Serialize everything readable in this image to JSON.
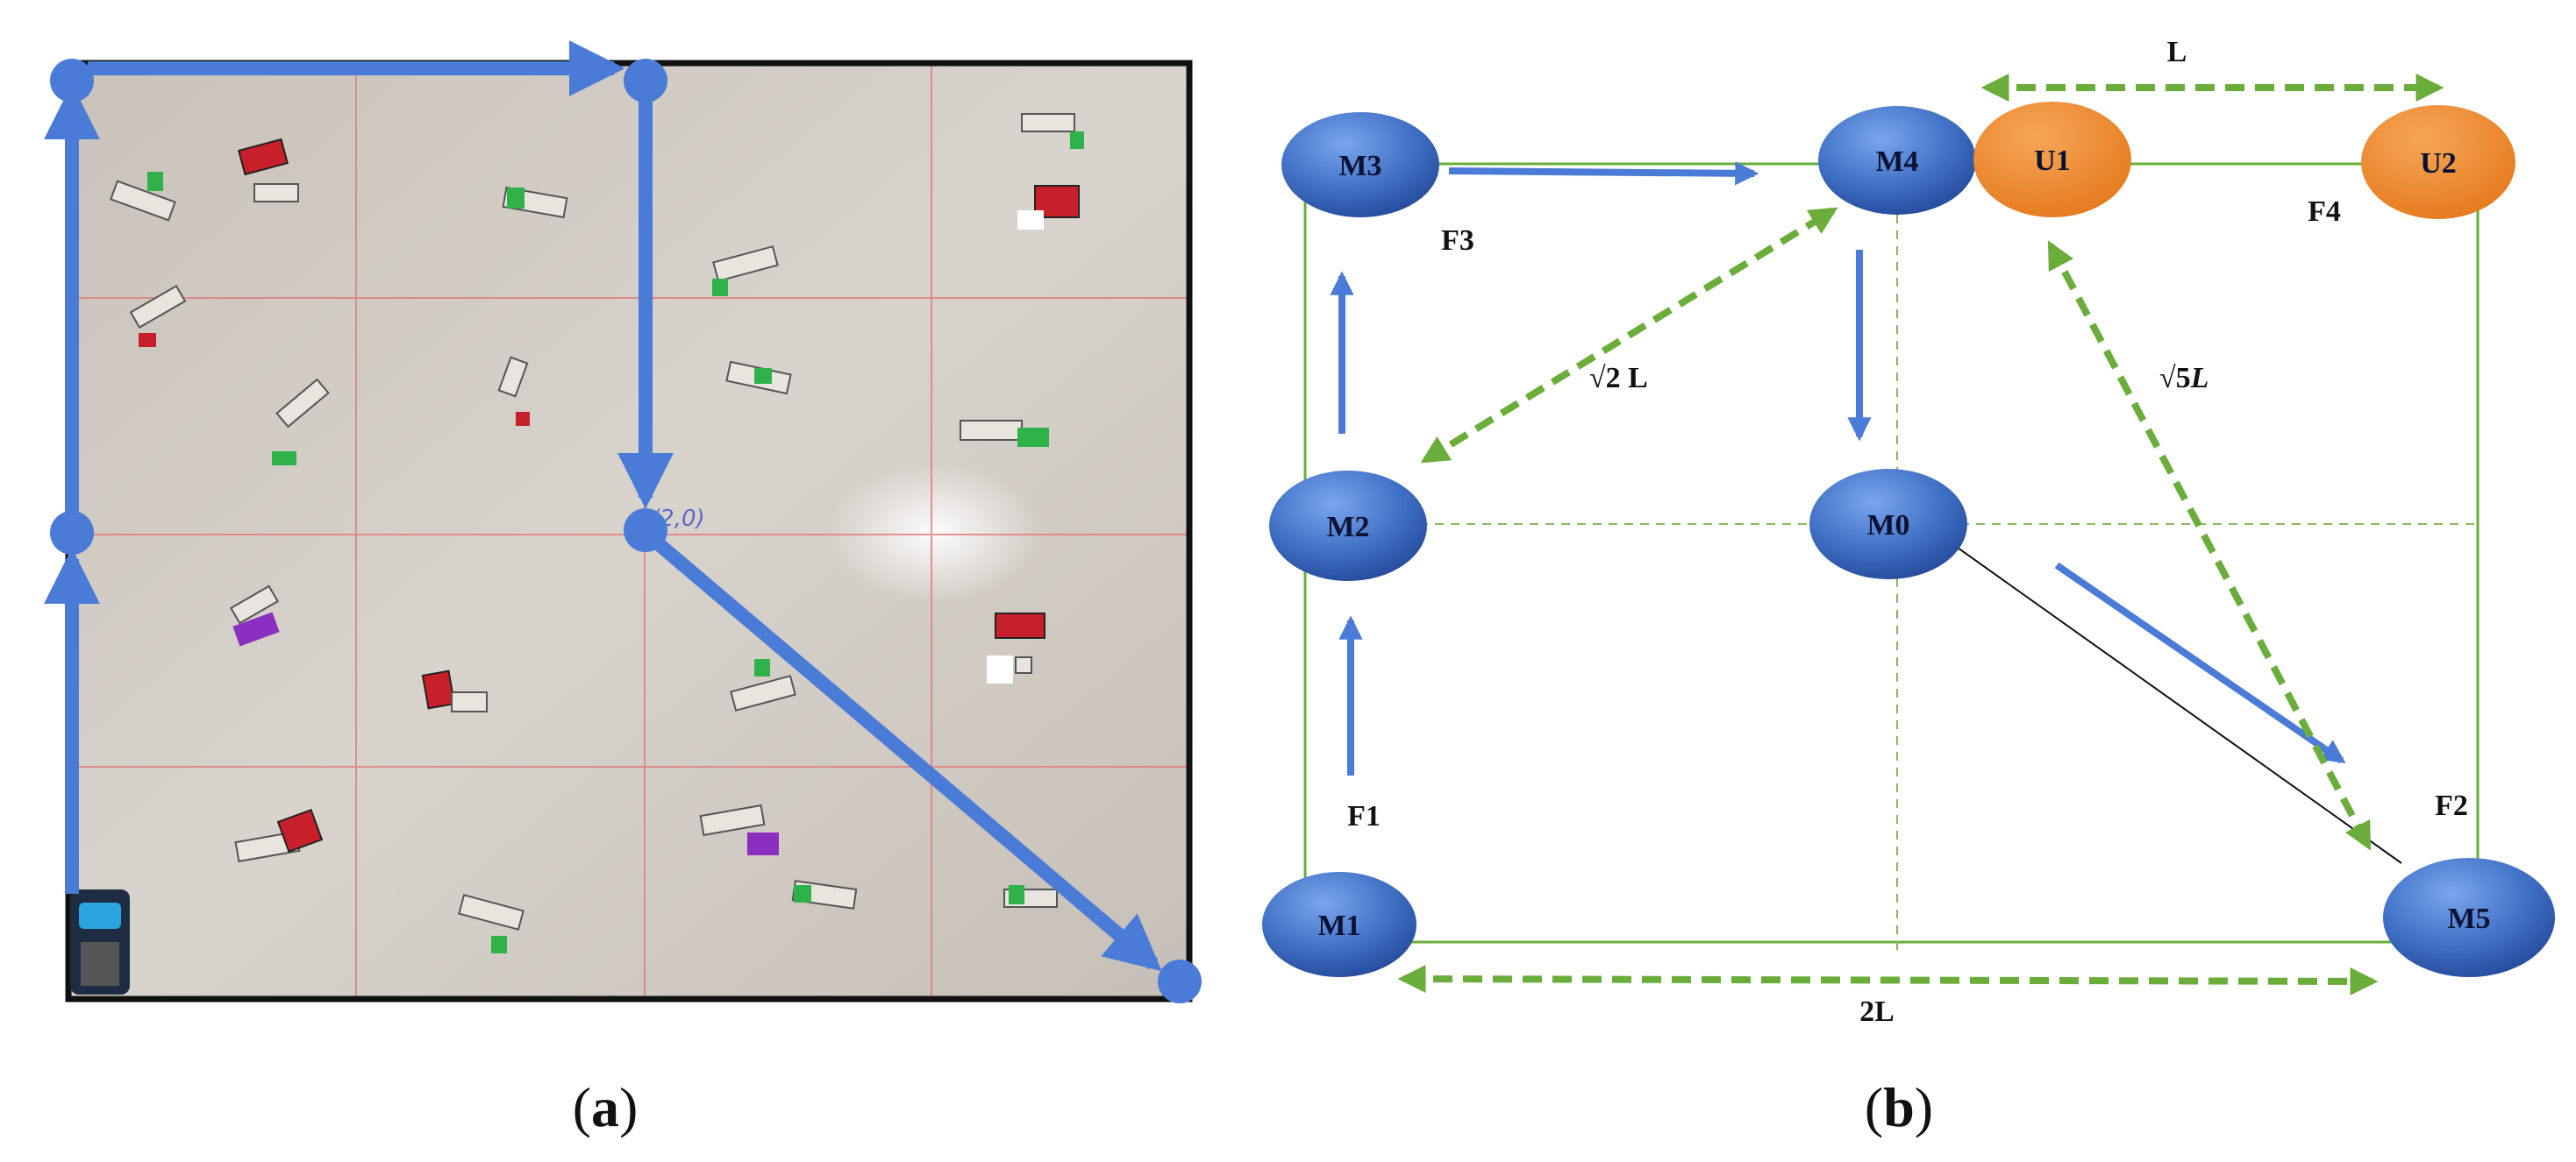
{
  "colors": {
    "path_blue": "#4a7bd6",
    "node_blue": "#3f6fc4",
    "node_orange": "#ef8a2e",
    "green": "#6aad3a",
    "grid_red": "#e07a7a",
    "floor": "#cfc9c2"
  },
  "panel_a": {
    "caption_paren_open": "(",
    "caption_letter": "a",
    "caption_paren_close": ")",
    "scribble": "(2,0)"
  },
  "panel_b": {
    "caption_paren_open": "(",
    "caption_letter": "b",
    "caption_paren_close": ")",
    "nodes": {
      "m0": "M0",
      "m1": "M1",
      "m2": "M2",
      "m3": "M3",
      "m4": "M4",
      "m5": "M5",
      "u1": "U1",
      "u2": "U2"
    },
    "labels": {
      "f1": "F1",
      "f2": "F2",
      "f3": "F3",
      "f4": "F4",
      "l": "L",
      "two_l": "2L",
      "sqrt2_root": "√",
      "sqrt2_value": "2 L",
      "sqrt5_root": "√",
      "sqrt5_value": "5",
      "sqrt5_l": "L"
    }
  }
}
